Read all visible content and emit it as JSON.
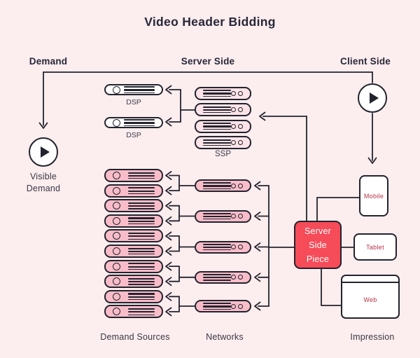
{
  "title": "Video Header Bidding",
  "headers": {
    "demand": "Demand",
    "server": "Server Side",
    "client": "Client Side"
  },
  "demand_column": {
    "visible_demand_line1": "Visible",
    "visible_demand_line2": "Demand"
  },
  "server_column": {
    "dsp_label": "DSP",
    "dsp_count": 2,
    "ssp_label": "SSP",
    "ssp_count": 4,
    "demand_sources_label": "Demand Sources",
    "demand_sources_count": 10,
    "networks_label": "Networks",
    "networks_count": 5,
    "server_side_piece_line1": "Server",
    "server_side_piece_line2": "Side",
    "server_side_piece_line3": "Piece"
  },
  "client_column": {
    "mobile_label": "Mobile",
    "tablet_label": "Tablet",
    "web_label": "Web",
    "impression_label": "Impression"
  },
  "colors": {
    "background": "#FCEDEE",
    "outline": "#23232E",
    "server_pink": "#F8BDC9",
    "ssp_pink": "#FCE3E7",
    "accent_red": "#F64B58",
    "device_label_red": "#B43147"
  }
}
